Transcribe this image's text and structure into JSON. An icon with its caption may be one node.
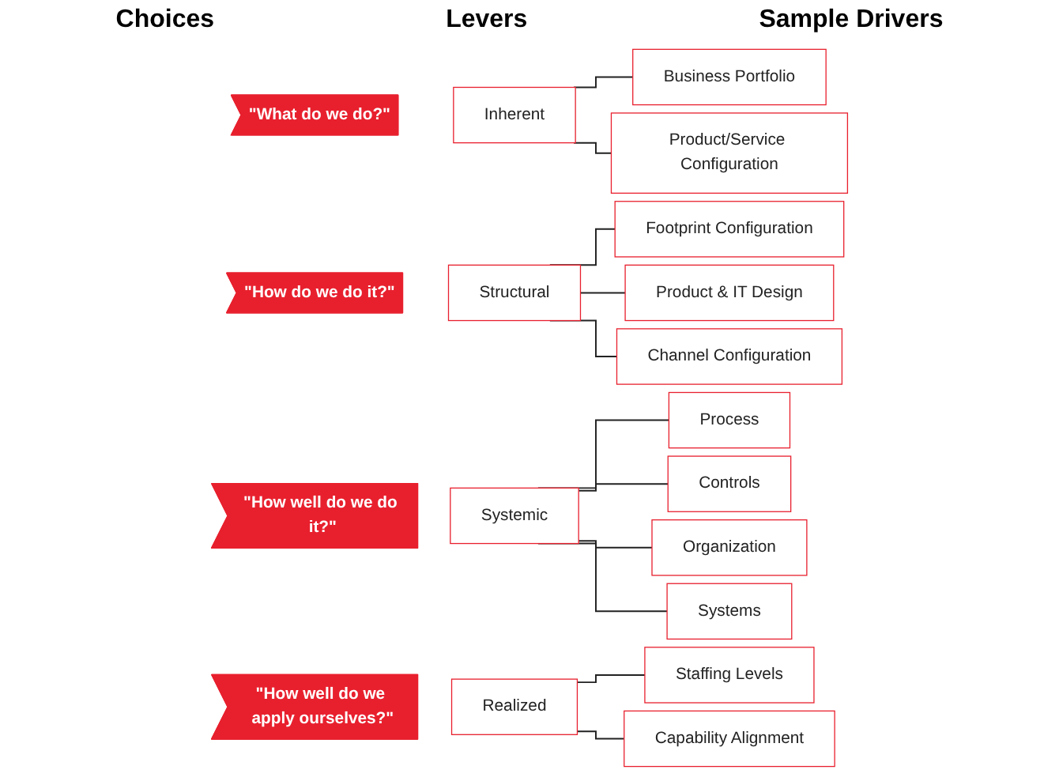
{
  "diagram": {
    "nodes": [
      {
        "text": [
          "\"What do we do?\""
        ]
      },
      {
        "text": [
          "Inherent"
        ]
      },
      {
        "text": [
          "Business Portfolio"
        ]
      },
      {
        "text": [
          "Product/Service Configuration"
        ]
      },
      {
        "text": [
          "\"How do we do it?\""
        ]
      },
      {
        "text": [
          "Structural"
        ]
      },
      {
        "text": [
          "Footprint Configuration"
        ]
      },
      {
        "text": [
          "Product & IT Design"
        ]
      },
      {
        "text": [
          "Channel Configuration"
        ]
      },
      {
        "text": [
          "\"How well do we do it?\""
        ]
      },
      {
        "text": [
          "Systemic"
        ]
      },
      {
        "text": [
          "Process"
        ]
      },
      {
        "text": [
          "Controls"
        ]
      },
      {
        "text": [
          "Organization"
        ]
      },
      {
        "text": [
          "Systems"
        ]
      },
      {
        "text": [
          "\"How well do we apply ourselves?\""
        ]
      },
      {
        "text": [
          "Realized"
        ]
      },
      {
        "text": [
          "Staffing Levels"
        ]
      },
      {
        "text": [
          "Capability Alignment"
        ]
      }
    ],
    "edges": [
      {
        "from": 1,
        "to": 2,
        "arrow": "none"
      },
      {
        "from": 1,
        "to": 3,
        "arrow": "none"
      },
      {
        "from": 5,
        "to": 6,
        "arrow": "none"
      },
      {
        "from": 5,
        "to": 7,
        "arrow": "none"
      },
      {
        "from": 5,
        "to": 8,
        "arrow": "none"
      },
      {
        "from": 10,
        "to": 11,
        "arrow": "none"
      },
      {
        "from": 10,
        "to": 12,
        "arrow": "none"
      },
      {
        "from": 10,
        "to": 13,
        "arrow": "none"
      },
      {
        "from": 10,
        "to": 14,
        "arrow": "none"
      },
      {
        "from": 16,
        "to": 17,
        "arrow": "none"
      },
      {
        "from": 16,
        "to": 18,
        "arrow": "none"
      }
    ],
    "labels": [
      "Choices",
      "Levers",
      "Sample Drivers"
    ]
  }
}
